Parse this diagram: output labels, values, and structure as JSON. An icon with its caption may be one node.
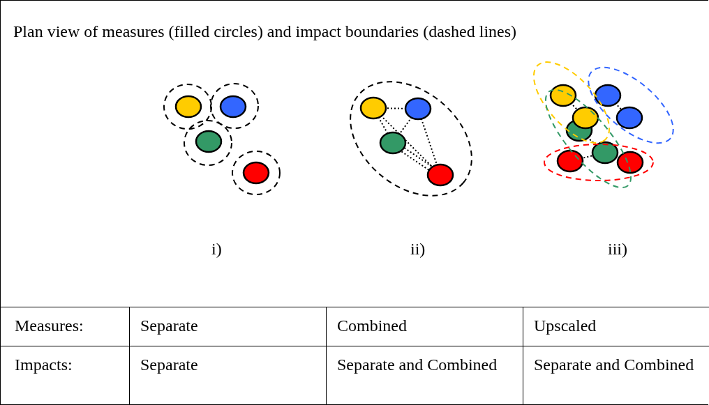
{
  "diagram": {
    "title": "Plan view of measures (filled circles) and impact boundaries (dashed lines)",
    "labels": [
      "i)",
      "ii)",
      "iii)",
      "Measures:",
      "Separate",
      "Combined",
      "Upscaled",
      "Impacts:",
      "Separate",
      "Separate and Combined",
      "Separate and Combined"
    ]
  }
}
